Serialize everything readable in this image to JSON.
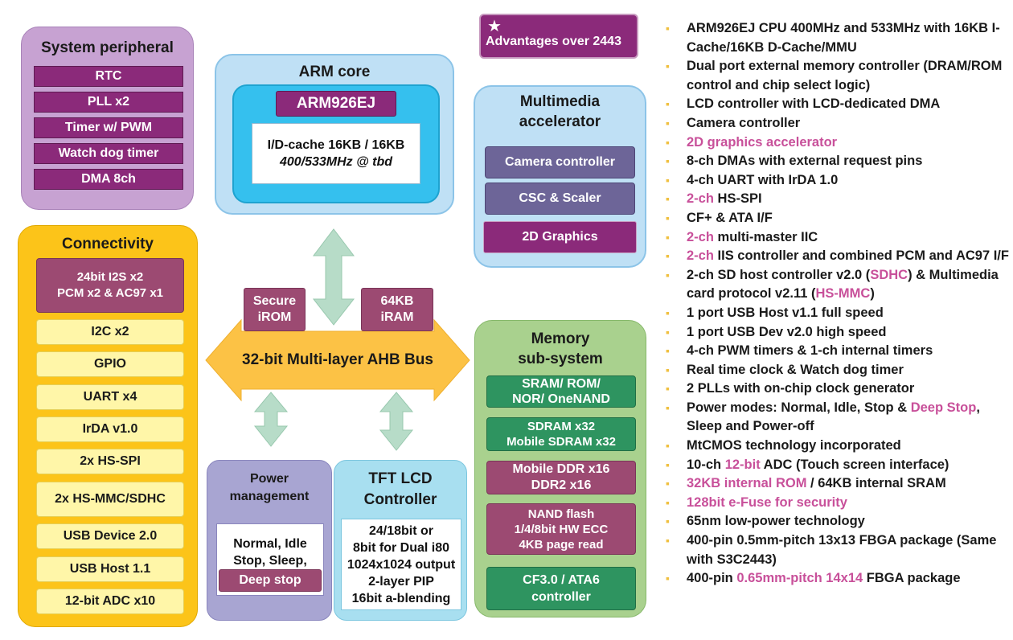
{
  "system_peripheral": {
    "title": "System peripheral",
    "items": [
      "RTC",
      "PLL x2",
      "Timer w/ PWM",
      "Watch dog timer",
      "DMA 8ch"
    ]
  },
  "arm_core": {
    "title": "ARM core",
    "cpu": "ARM926EJ",
    "cache": "I/D-cache 16KB / 16KB",
    "freq": "400/533MHz @ tbd"
  },
  "advantages": {
    "label": "Advantages over 2443"
  },
  "multimedia": {
    "title_line1": "Multimedia",
    "title_line2": "accelerator",
    "items": [
      "Camera controller",
      "CSC & Scaler",
      "2D Graphics"
    ]
  },
  "connectivity": {
    "title": "Connectivity",
    "audio_line1": "24bit I2S x2",
    "audio_line2": "PCM x2 & AC97 x1",
    "items": [
      "I2C x2",
      "GPIO",
      "UART x4",
      "IrDA v1.0",
      "2x HS-SPI",
      "2x HS-MMC/SDHC",
      "USB Device 2.0",
      "USB Host 1.1",
      "12-bit ADC x10"
    ]
  },
  "bus": {
    "label": "32-bit Multi-layer AHB Bus",
    "secure_rom_line1": "Secure",
    "secure_rom_line2": "iROM",
    "iram_line1": "64KB",
    "iram_line2": "iRAM"
  },
  "memory": {
    "title_line1": "Memory",
    "title_line2": "sub-system",
    "sram_line1": "SRAM/ ROM/",
    "sram_line2": "NOR/ OneNAND",
    "sdram_line1": "SDRAM x32",
    "sdram_line2": "Mobile SDRAM x32",
    "ddr_line1": "Mobile DDR x16",
    "ddr_line2": "DDR2 x16",
    "nand_line1": "NAND flash",
    "nand_line2": "1/4/8bit HW ECC",
    "nand_line3": "4KB page read",
    "cf_line1": "CF3.0 / ATA6",
    "cf_line2": "controller"
  },
  "power": {
    "title_line1": "Power",
    "title_line2": "management",
    "text_line1": "Normal, Idle",
    "text_line2": "Stop, Sleep,",
    "deep_stop": "Deep stop"
  },
  "tft": {
    "title_line1": "TFT LCD",
    "title_line2": "Controller",
    "lines": [
      "24/18bit or",
      "8bit for Dual i80",
      "1024x1024 output",
      "2-layer PIP",
      "16bit a-blending"
    ]
  },
  "features": [
    [
      {
        "t": "ARM926EJ CPU 400MHz and 533MHz with 16KB I-Cache/16KB D-Cache/MMU"
      }
    ],
    [
      {
        "t": "Dual port external memory controller (DRAM/ROM control and chip select logic)"
      }
    ],
    [
      {
        "t": "LCD controller with LCD-dedicated DMA"
      }
    ],
    [
      {
        "t": "Camera controller"
      }
    ],
    [
      {
        "t": "2D graphics accelerator",
        "h": true
      }
    ],
    [
      {
        "t": "8-ch DMAs with external request pins"
      }
    ],
    [
      {
        "t": "4-ch UART with IrDA 1.0"
      }
    ],
    [
      {
        "t": "2-ch",
        "h": true
      },
      {
        "t": " HS-SPI"
      }
    ],
    [
      {
        "t": "CF+ & ATA I/F"
      }
    ],
    [
      {
        "t": "2-ch",
        "h": true
      },
      {
        "t": " multi-master IIC"
      }
    ],
    [
      {
        "t": "2-ch",
        "h": true
      },
      {
        "t": " IIS controller and combined PCM and AC97 I/F"
      }
    ],
    [
      {
        "t": "2-ch SD host controller v2.0 ("
      },
      {
        "t": "SDHC",
        "h": true
      },
      {
        "t": ") & Multimedia card protocol v2.11 ("
      },
      {
        "t": "HS-MMC",
        "h": true
      },
      {
        "t": ")"
      }
    ],
    [
      {
        "t": "1 port USB Host v1.1 full speed"
      }
    ],
    [
      {
        "t": "1 port USB Dev v2.0 high speed"
      }
    ],
    [
      {
        "t": "4-ch PWM timers & 1-ch internal timers"
      }
    ],
    [
      {
        "t": "Real time clock & Watch dog timer"
      }
    ],
    [
      {
        "t": "2 PLLs with on-chip clock generator"
      }
    ],
    [
      {
        "t": "Power modes: Normal, Idle, Stop & "
      },
      {
        "t": "Deep Stop",
        "h": true
      },
      {
        "t": ", Sleep and Power-off"
      }
    ],
    [
      {
        "t": "MtCMOS technology incorporated"
      }
    ],
    [
      {
        "t": "10-ch "
      },
      {
        "t": "12-bit",
        "h": true
      },
      {
        "t": " ADC (Touch screen interface)"
      }
    ],
    [
      {
        "t": "32KB internal ROM",
        "h": true
      },
      {
        "t": " / 64KB internal SRAM"
      }
    ],
    [
      {
        "t": "128bit e-Fuse for security",
        "h": true
      }
    ],
    [
      {
        "t": "65nm low-power technology"
      }
    ],
    [
      {
        "t": "400-pin 0.5mm-pitch 13x13 FBGA package (Same with S3C2443)"
      }
    ],
    [
      {
        "t": "400-pin "
      },
      {
        "t": "0.65mm-pitch 14x14",
        "h": true
      },
      {
        "t": " FBGA package"
      }
    ]
  ]
}
